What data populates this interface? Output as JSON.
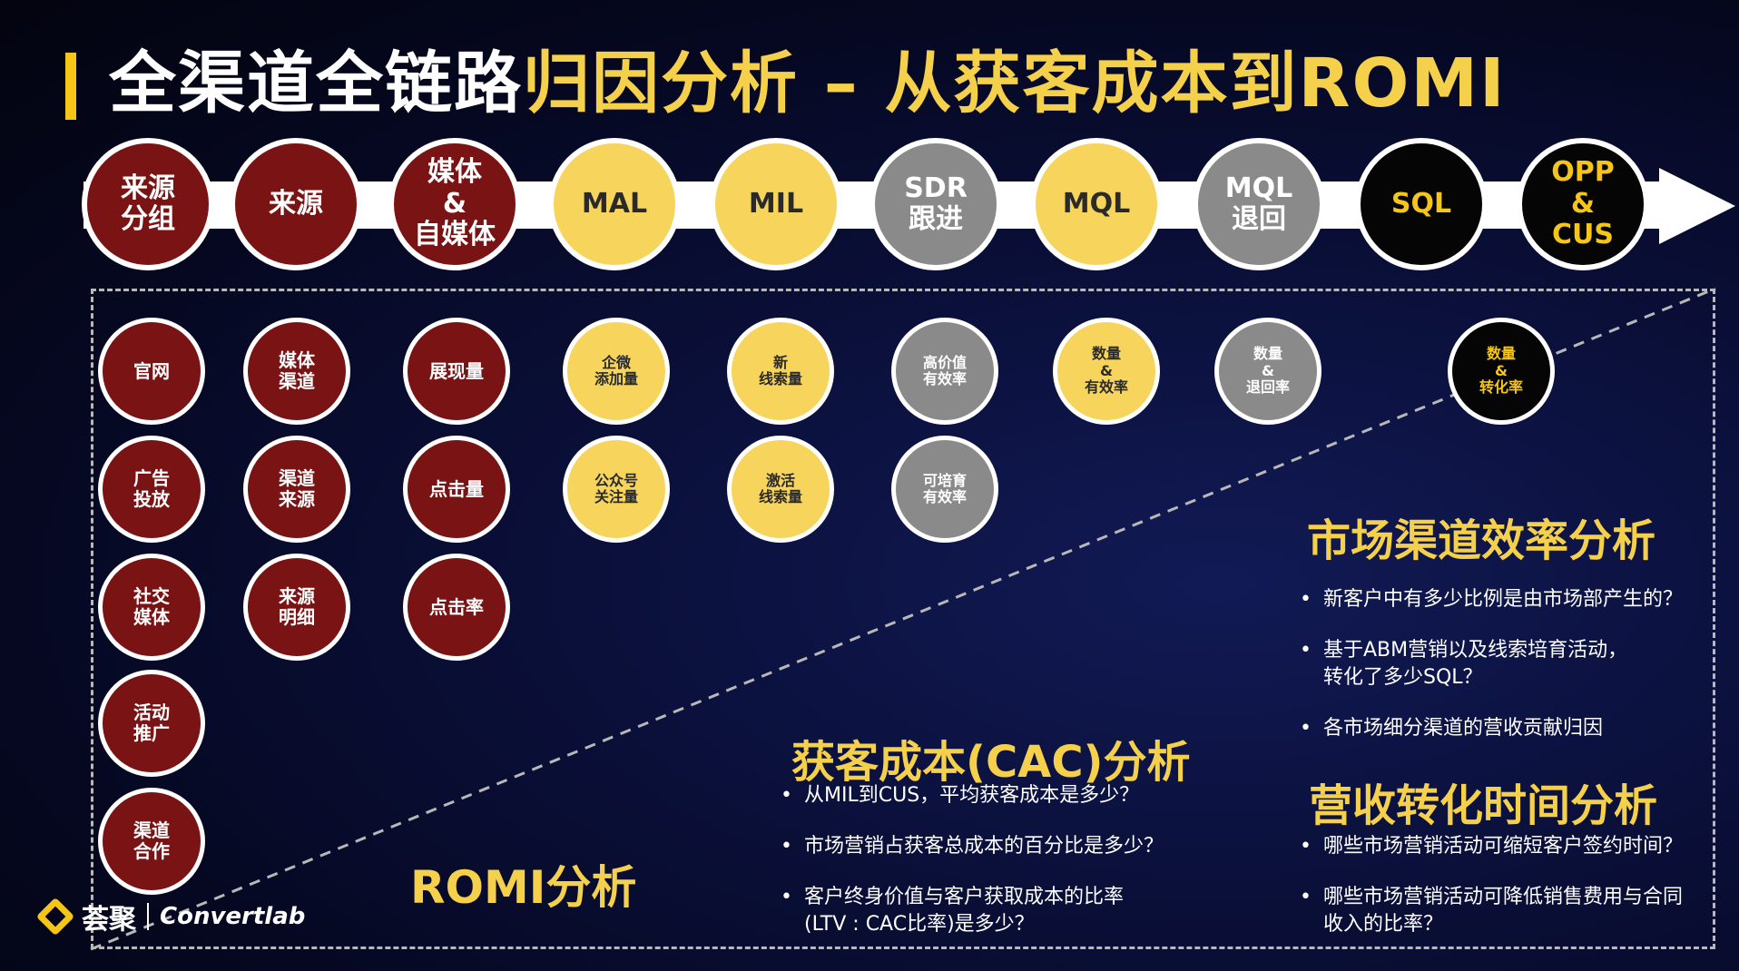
{
  "title": {
    "part1": "全渠道全链路",
    "part2": "归因分析 – 从获客成本到ROMI"
  },
  "colors": {
    "accent": "#f5c518",
    "red": "#7a1414",
    "yellow": "#f7d55c",
    "gray": "#8a8a8a",
    "black": "#050505"
  },
  "stages": [
    {
      "label": "来源\n分组",
      "color": "red"
    },
    {
      "label": "来源",
      "color": "red"
    },
    {
      "label": "媒体\n&\n自媒体",
      "color": "red"
    },
    {
      "label": "MAL",
      "color": "yellow"
    },
    {
      "label": "MIL",
      "color": "yellow"
    },
    {
      "label": "SDR\n跟进",
      "color": "gray"
    },
    {
      "label": "MQL",
      "color": "yellow"
    },
    {
      "label": "MQL\n退回",
      "color": "gray"
    },
    {
      "label": "SQL",
      "color": "black"
    },
    {
      "label": "OPP\n&\nCUS",
      "color": "black"
    }
  ],
  "metrics": [
    {
      "col": 0,
      "items": [
        "官网",
        "广告\n投放",
        "社交\n媒体",
        "活动\n推广",
        "渠道\n合作"
      ],
      "color": "red"
    },
    {
      "col": 1,
      "items": [
        "媒体\n渠道",
        "渠道\n来源",
        "来源\n明细"
      ],
      "color": "red"
    },
    {
      "col": 2,
      "items": [
        "展现量",
        "点击量",
        "点击率"
      ],
      "color": "red"
    },
    {
      "col": 3,
      "items": [
        "企微\n添加量",
        "公众号\n关注量"
      ],
      "color": "yellow"
    },
    {
      "col": 4,
      "items": [
        "新\n线索量",
        "激活\n线索量"
      ],
      "color": "yellow"
    },
    {
      "col": 5,
      "items": [
        "高价值\n有效率",
        "可培育\n有效率"
      ],
      "color": "gray"
    },
    {
      "col": 6,
      "items": [
        "数量\n&\n有效率"
      ],
      "color": "yellow"
    },
    {
      "col": 7,
      "items": [
        "数量\n&\n退回率"
      ],
      "color": "gray"
    },
    {
      "col": 9,
      "items": [
        "数量\n&\n转化率"
      ],
      "color": "black"
    }
  ],
  "sections": {
    "market": {
      "heading": "市场渠道效率分析",
      "bullets": [
        "新客户中有多少比例是由市场部产生的？",
        "基于ABM营销以及线索培育活动，\n转化了多少SQL？",
        "各市场细分渠道的营收贡献归因"
      ]
    },
    "cac": {
      "heading": "获客成本(CAC)分析",
      "bullets": [
        "从MIL到CUS，平均获客成本是多少？",
        "市场营销占获客总成本的百分比是多少？",
        "客户终身价值与客户获取成本的比率\n(LTV : CAC比率)是多少？"
      ]
    },
    "revenue": {
      "heading": "营收转化时间分析",
      "bullets": [
        "哪些市场营销活动可缩短客户签约时间？",
        "哪些市场营销活动可降低销售费用与合同\n收入的比率？"
      ]
    },
    "romi": {
      "heading": "ROMI分析"
    }
  },
  "logo": {
    "cn": "荟聚",
    "en": "Convertlab"
  }
}
